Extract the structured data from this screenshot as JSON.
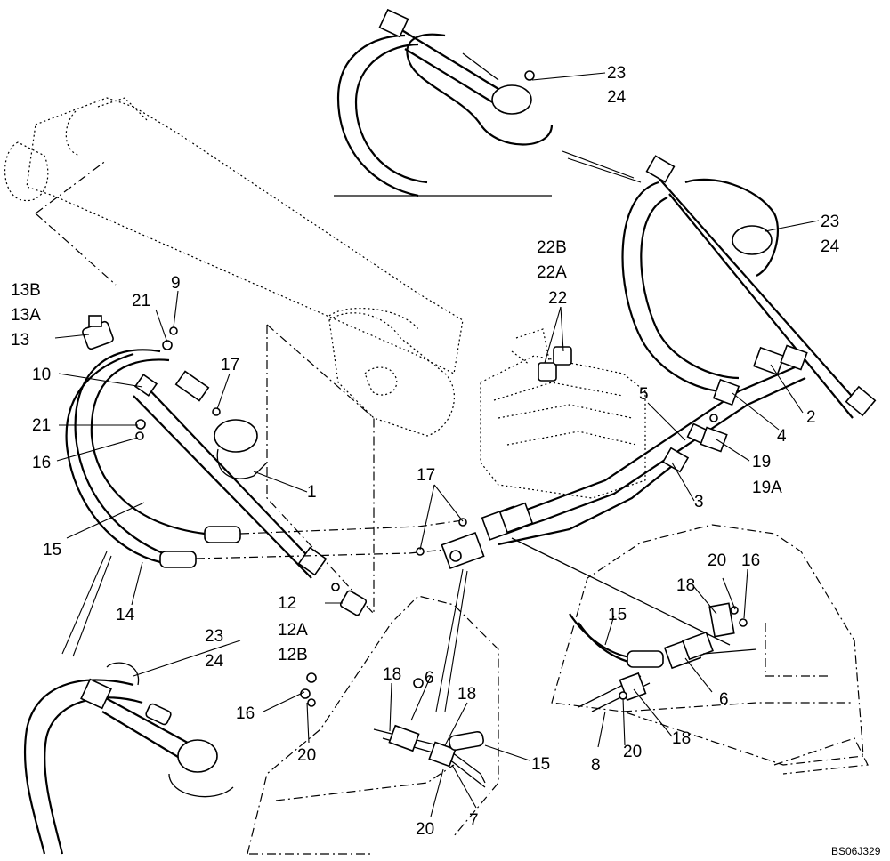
{
  "callouts": {
    "c1": "1",
    "c2": "2",
    "c3": "3",
    "c4": "4",
    "c5": "5",
    "c6a": "6",
    "c6b": "6",
    "c7": "7",
    "c8": "8",
    "c9": "9",
    "c10": "10",
    "c12": "12",
    "c12a": "12A",
    "c12b": "12B",
    "c13": "13",
    "c13a": "13A",
    "c13b": "13B",
    "c14": "14",
    "c15a": "15",
    "c15b": "15",
    "c15c": "15",
    "c16a": "16",
    "c16b": "16",
    "c16c": "16",
    "c17a": "17",
    "c17b": "17",
    "c18a": "18",
    "c18b": "18",
    "c18c": "18",
    "c18d": "18",
    "c19": "19",
    "c19a": "19A",
    "c20a": "20",
    "c20b": "20",
    "c20c": "20",
    "c20d": "20",
    "c21a": "21",
    "c21b": "21",
    "c22": "22",
    "c22a": "22A",
    "c22b": "22B",
    "c23a": "23",
    "c24a": "24",
    "c23b": "23",
    "c24b": "24",
    "c23c": "23",
    "c24c": "24"
  },
  "drawing_ref": "BS06J329"
}
